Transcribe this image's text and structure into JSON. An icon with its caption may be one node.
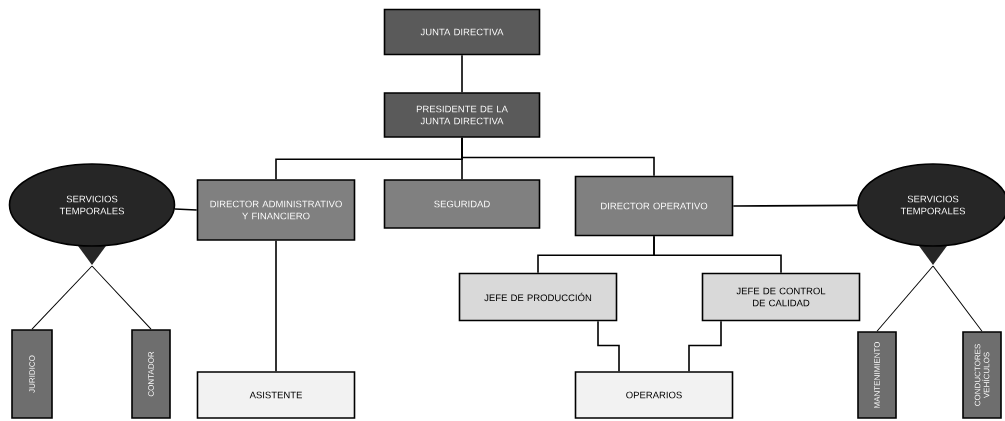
{
  "diagram": {
    "nodes": [
      {
        "text": [
          "JUNTA DIRECTIVA"
        ]
      },
      {
        "text": [
          "PRESIDENTE DE LA JUNTA DIRECTIVA"
        ]
      },
      {
        "text": [
          "SERVICIOS TEMPORALES"
        ]
      },
      {
        "text": [
          "DIRECTOR ADMINISTRATIVO Y FINANCIERO"
        ]
      },
      {
        "text": [
          "SEGURIDAD"
        ]
      },
      {
        "text": [
          "DIRECTOR OPERATIVO"
        ]
      },
      {
        "text": [
          "SERVICIOS TEMPORALES"
        ]
      },
      {
        "text": [
          "JURIDICO"
        ]
      },
      {
        "text": [
          "CONTADOR"
        ]
      },
      {
        "text": [
          "JEFE DE PRODUCCIÓN"
        ]
      },
      {
        "text": [
          "JEFE DE CONTROL DE CALIDAD"
        ]
      },
      {
        "text": [
          "ASISTENTE"
        ]
      },
      {
        "text": [
          "OPERARIOS"
        ]
      },
      {
        "text": [
          "MANTENIMIENTO"
        ]
      },
      {
        "text": [
          "CONDUCTORES VEHÍCULOS"
        ]
      }
    ],
    "edges": [
      {
        "from": 0,
        "to": 1,
        "arrow": "none"
      },
      {
        "from": 1,
        "to": 3,
        "arrow": "none"
      },
      {
        "from": 1,
        "to": 4,
        "arrow": "none"
      },
      {
        "from": 1,
        "to": 5,
        "arrow": "none"
      },
      {
        "from": 3,
        "to": 2,
        "arrow": "none"
      },
      {
        "from": 5,
        "to": 6,
        "arrow": "none"
      },
      {
        "from": 2,
        "to": 7,
        "arrow": "none"
      },
      {
        "from": 2,
        "to": 8,
        "arrow": "none"
      },
      {
        "from": 3,
        "to": 11,
        "arrow": "none"
      },
      {
        "from": 5,
        "to": 9,
        "arrow": "none"
      },
      {
        "from": 5,
        "to": 10,
        "arrow": "none"
      },
      {
        "from": 9,
        "to": 12,
        "arrow": "none"
      },
      {
        "from": 10,
        "to": 12,
        "arrow": "none"
      },
      {
        "from": 6,
        "to": 13,
        "arrow": "none"
      },
      {
        "from": 6,
        "to": 14,
        "arrow": "none"
      }
    ]
  }
}
